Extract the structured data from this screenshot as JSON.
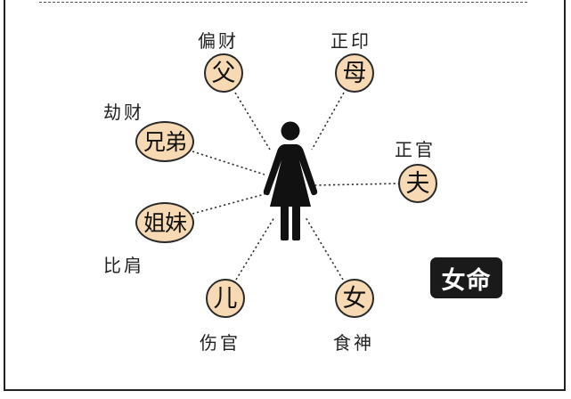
{
  "colors": {
    "node_fill": "#f7d9b3",
    "outline": "#2a2a2a",
    "figure": "#111111",
    "badge_bg": "#1a1a1a"
  },
  "icons": {
    "center": "woman-figure-icon"
  },
  "relations": [
    {
      "id": "father",
      "node": "父",
      "label": "偏财"
    },
    {
      "id": "mother",
      "node": "母",
      "label": "正印"
    },
    {
      "id": "brothers",
      "node": "兄弟",
      "label": "劫财"
    },
    {
      "id": "husband",
      "node": "夫",
      "label": "正官"
    },
    {
      "id": "sisters",
      "node": "姐妹",
      "label": "比肩"
    },
    {
      "id": "son",
      "node": "儿",
      "label": "伤官"
    },
    {
      "id": "daughter",
      "node": "女",
      "label": "食神"
    }
  ],
  "badge": "女命"
}
